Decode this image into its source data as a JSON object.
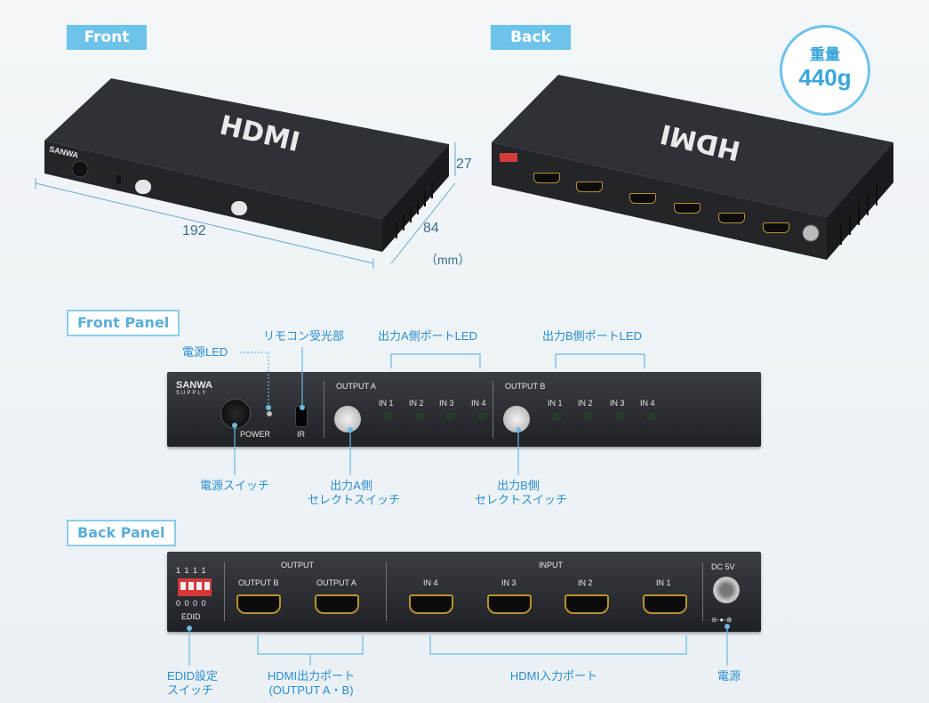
{
  "tags": {
    "front": "Front",
    "back": "Back",
    "front_panel": "Front Panel",
    "back_panel": "Back Panel"
  },
  "weight": {
    "label": "重量",
    "value": "440g"
  },
  "dimensions": {
    "height": "27",
    "depth": "84",
    "width": "192",
    "unit": "（mm）"
  },
  "device": {
    "logo": "HDMI",
    "subtitle": "HDMI 4in x 2out Matrix Switcher",
    "brand": "SANWA",
    "brand_sub": "SUPPLY"
  },
  "front_panel": {
    "power": "POWER",
    "ir": "IR",
    "output_a": "OUTPUT A",
    "output_b": "OUTPUT B",
    "in1": "IN 1",
    "in2": "IN 2",
    "in3": "IN 3",
    "in4": "IN 4"
  },
  "front_labels": {
    "power_led": "電源LED",
    "remote": "リモコン受光部",
    "out_a_led": "出力A側ポートLED",
    "out_b_led": "出力B側ポートLED",
    "power_switch": "電源スイッチ",
    "a_select_1": "出力A側",
    "a_select_2": "セレクトスイッチ",
    "b_select_1": "出力B側",
    "b_select_2": "セレクトスイッチ"
  },
  "back_panel": {
    "dip_top": "1 1 1 1",
    "dip_bottom": "0 0 0 0",
    "edid": "EDID",
    "output": "OUTPUT",
    "output_b": "OUTPUT B",
    "output_a": "OUTPUT A",
    "input": "INPUT",
    "in4": "IN 4",
    "in3": "IN 3",
    "in2": "IN 2",
    "in1": "IN 1",
    "dc": "DC 5V"
  },
  "back_labels": {
    "edid_1": "EDID設定",
    "edid_2": "スイッチ",
    "hdmi_out_1": "HDMI出力ポート",
    "hdmi_out_2": "(OUTPUT A・B)",
    "hdmi_in": "HDMI入力ポート",
    "power": "電源"
  }
}
